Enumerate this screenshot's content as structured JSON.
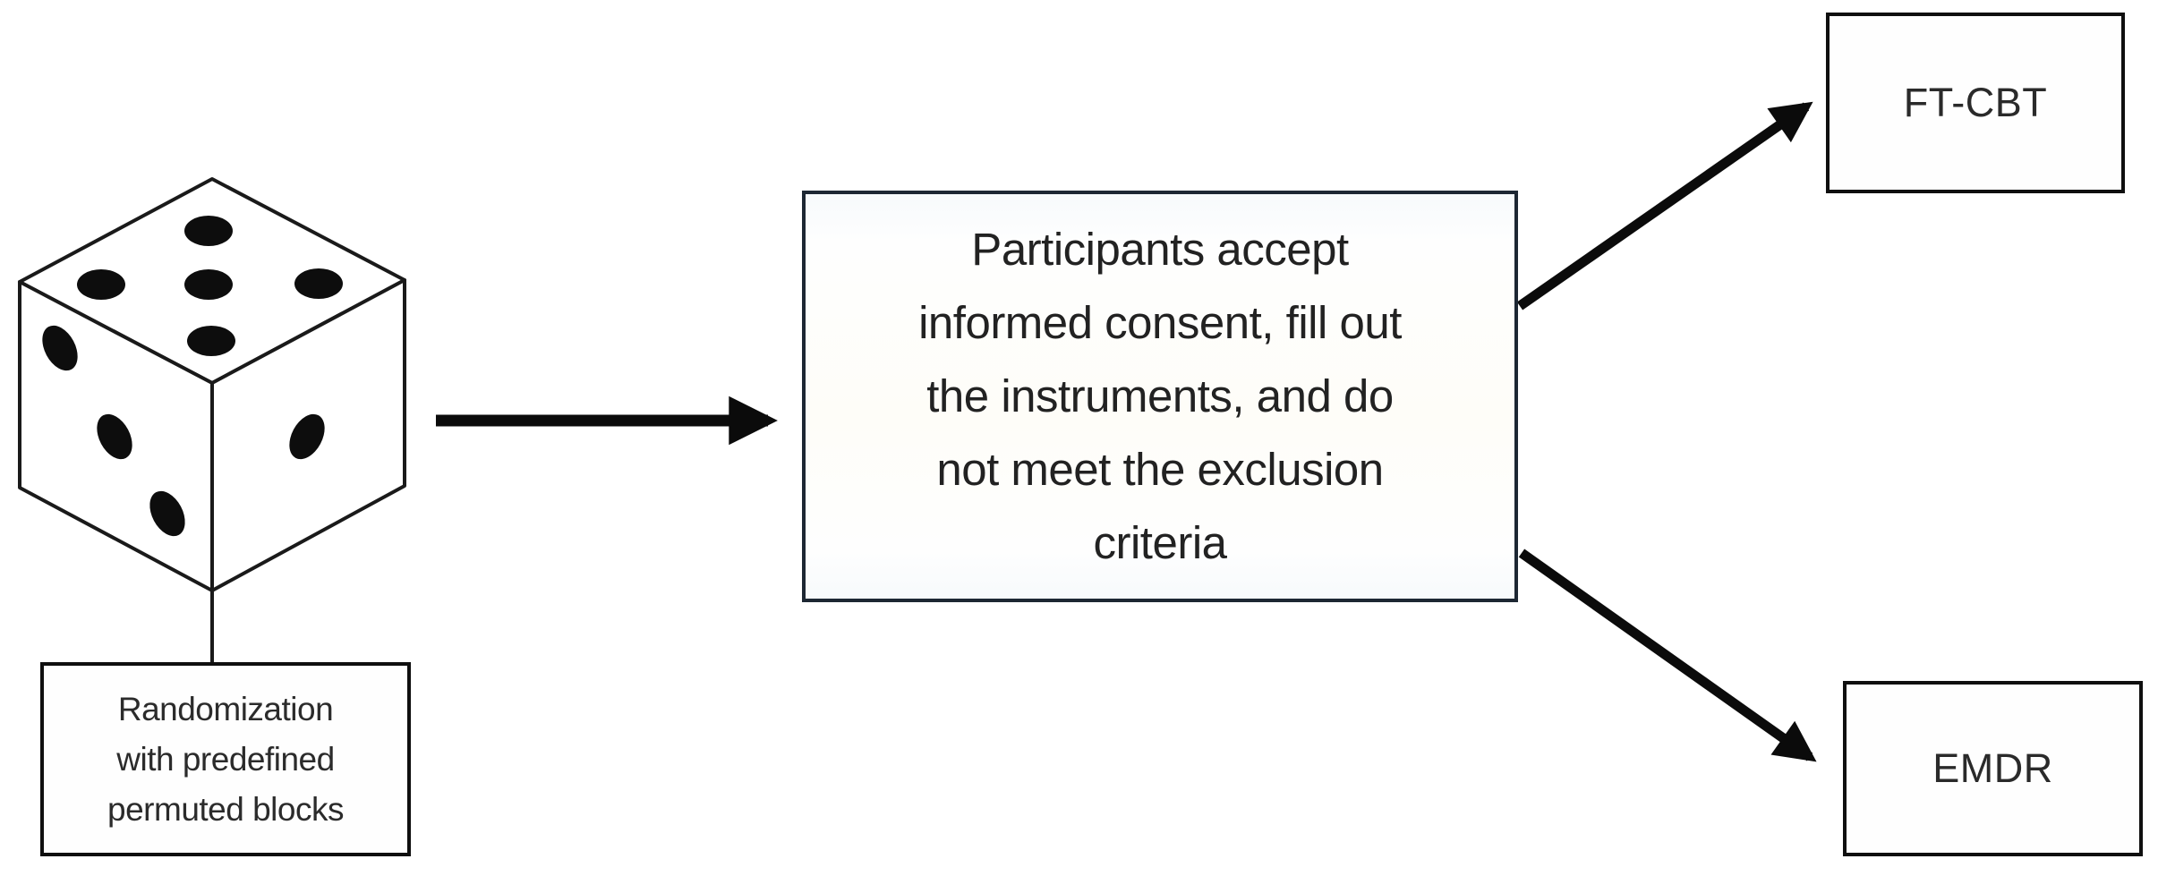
{
  "figure": {
    "background_color": "#ffffff",
    "dice": {
      "icon": "dice-icon",
      "top_face_pips": 5,
      "left_face_pips": 3,
      "right_face_pips": 1
    },
    "randomization_box": {
      "lines": [
        "Randomization",
        "with predefined",
        "permuted blocks"
      ]
    },
    "consent_box": {
      "lines": [
        "Participants accept",
        "informed consent, fill out",
        "the instruments, and do",
        "not meet the exclusion",
        "criteria"
      ]
    },
    "ft_cbt_box": {
      "label": "FT-CBT"
    },
    "emdr_box": {
      "label": "EMDR"
    },
    "colors": {
      "line": "#111111",
      "arrow": "#0b0b0b",
      "text": "#1f1f1f",
      "consent_border": "#1d2733"
    }
  }
}
